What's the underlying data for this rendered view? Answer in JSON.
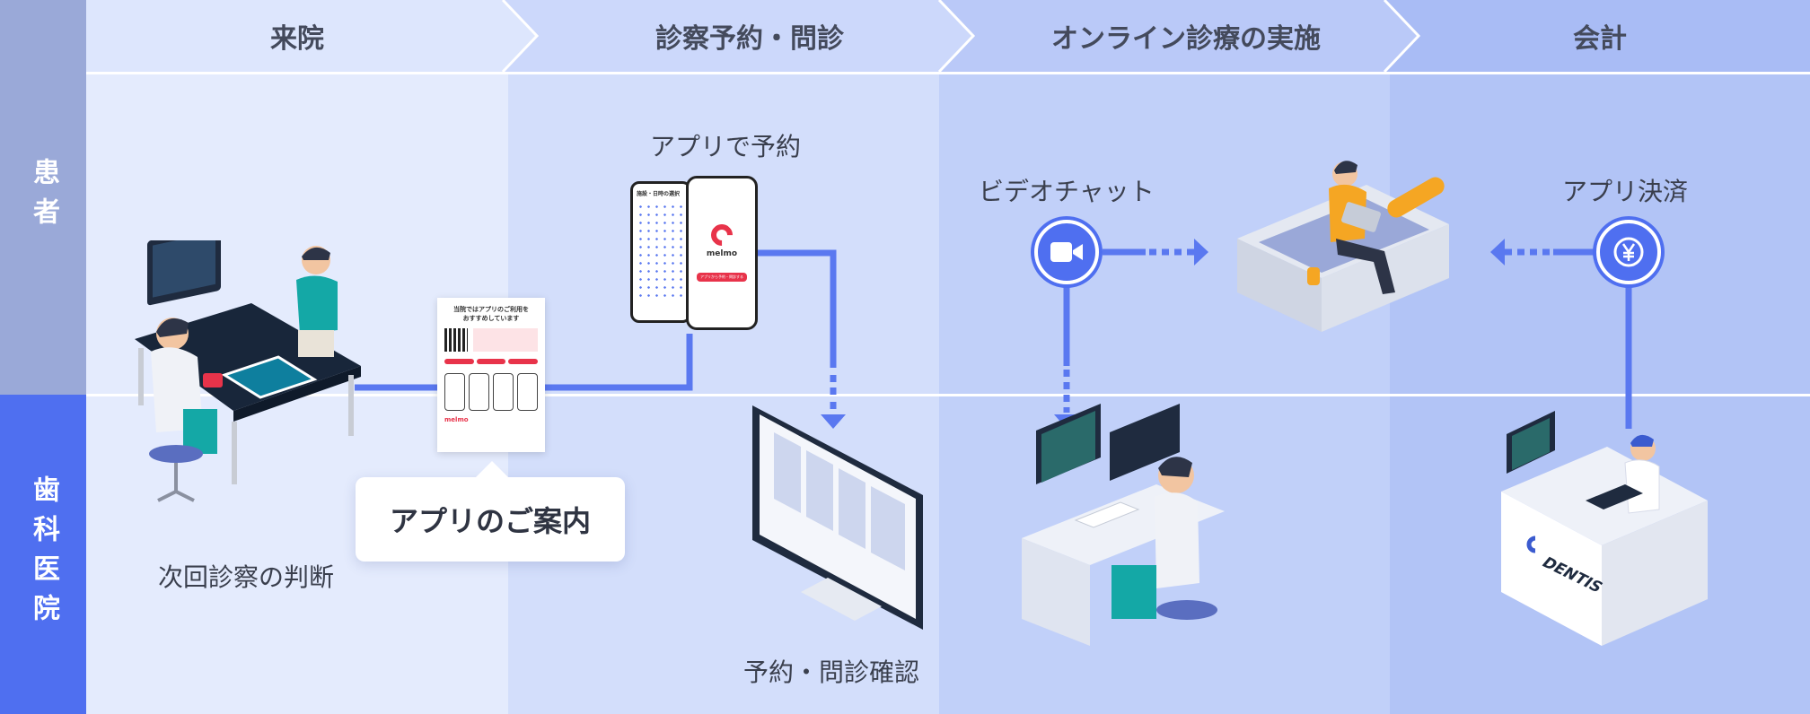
{
  "roles": {
    "patient": "患者",
    "clinic": "歯科医院"
  },
  "stages": [
    {
      "label": "来院"
    },
    {
      "label": "診察予約・問診"
    },
    {
      "label": "オンライン診療の実施"
    },
    {
      "label": "会計"
    }
  ],
  "labels": {
    "next_visit": "次回診察の判断",
    "app_guide": "アプリのご案内",
    "app_reservation": "アプリで予約",
    "reservation_check": "予約・問診確認",
    "video_chat": "ビデオチャット",
    "app_payment": "アプリ決済"
  },
  "flyer": {
    "title_line1": "当院ではアプリのご利用を",
    "title_line2": "おすすめしています",
    "brand": "melmo"
  },
  "phone": {
    "screen_title": "施設・日時の選択",
    "brand": "melmo",
    "button": "アプリから予約・問診する"
  },
  "counter_brand": "DENTIS",
  "colors": {
    "patient_role": "#9aa9d8",
    "clinic_role": "#4f6ff0",
    "accent": "#5a78f0",
    "lane1": "#e4ebfd",
    "lane2": "#d3defb",
    "lane3": "#c1d0f9",
    "lane4": "#b2c4f6"
  },
  "icons": [
    "video-camera-icon",
    "yen-icon",
    "arrow-down-icon",
    "arrow-right-icon",
    "arrow-left-icon"
  ]
}
